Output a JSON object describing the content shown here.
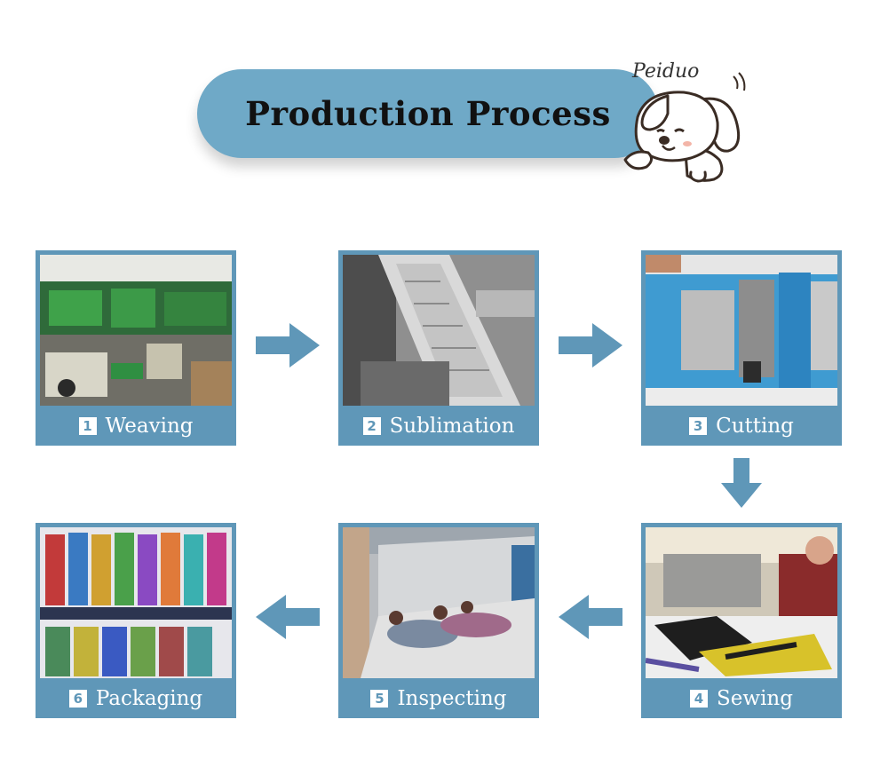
{
  "header": {
    "title": "Production Process",
    "brand": "Peiduo"
  },
  "colors": {
    "accent": "#6fa9c7",
    "card": "#5f97b8",
    "arrow": "#5f97b8"
  },
  "steps": [
    {
      "num": "1",
      "label": "Weaving"
    },
    {
      "num": "2",
      "label": "Sublimation"
    },
    {
      "num": "3",
      "label": "Cutting"
    },
    {
      "num": "4",
      "label": "Sewing"
    },
    {
      "num": "5",
      "label": "Inspecting"
    },
    {
      "num": "6",
      "label": "Packaging"
    }
  ],
  "icons": [
    "arrow-right-icon",
    "arrow-down-icon",
    "arrow-left-icon",
    "dog-mascot-icon"
  ]
}
